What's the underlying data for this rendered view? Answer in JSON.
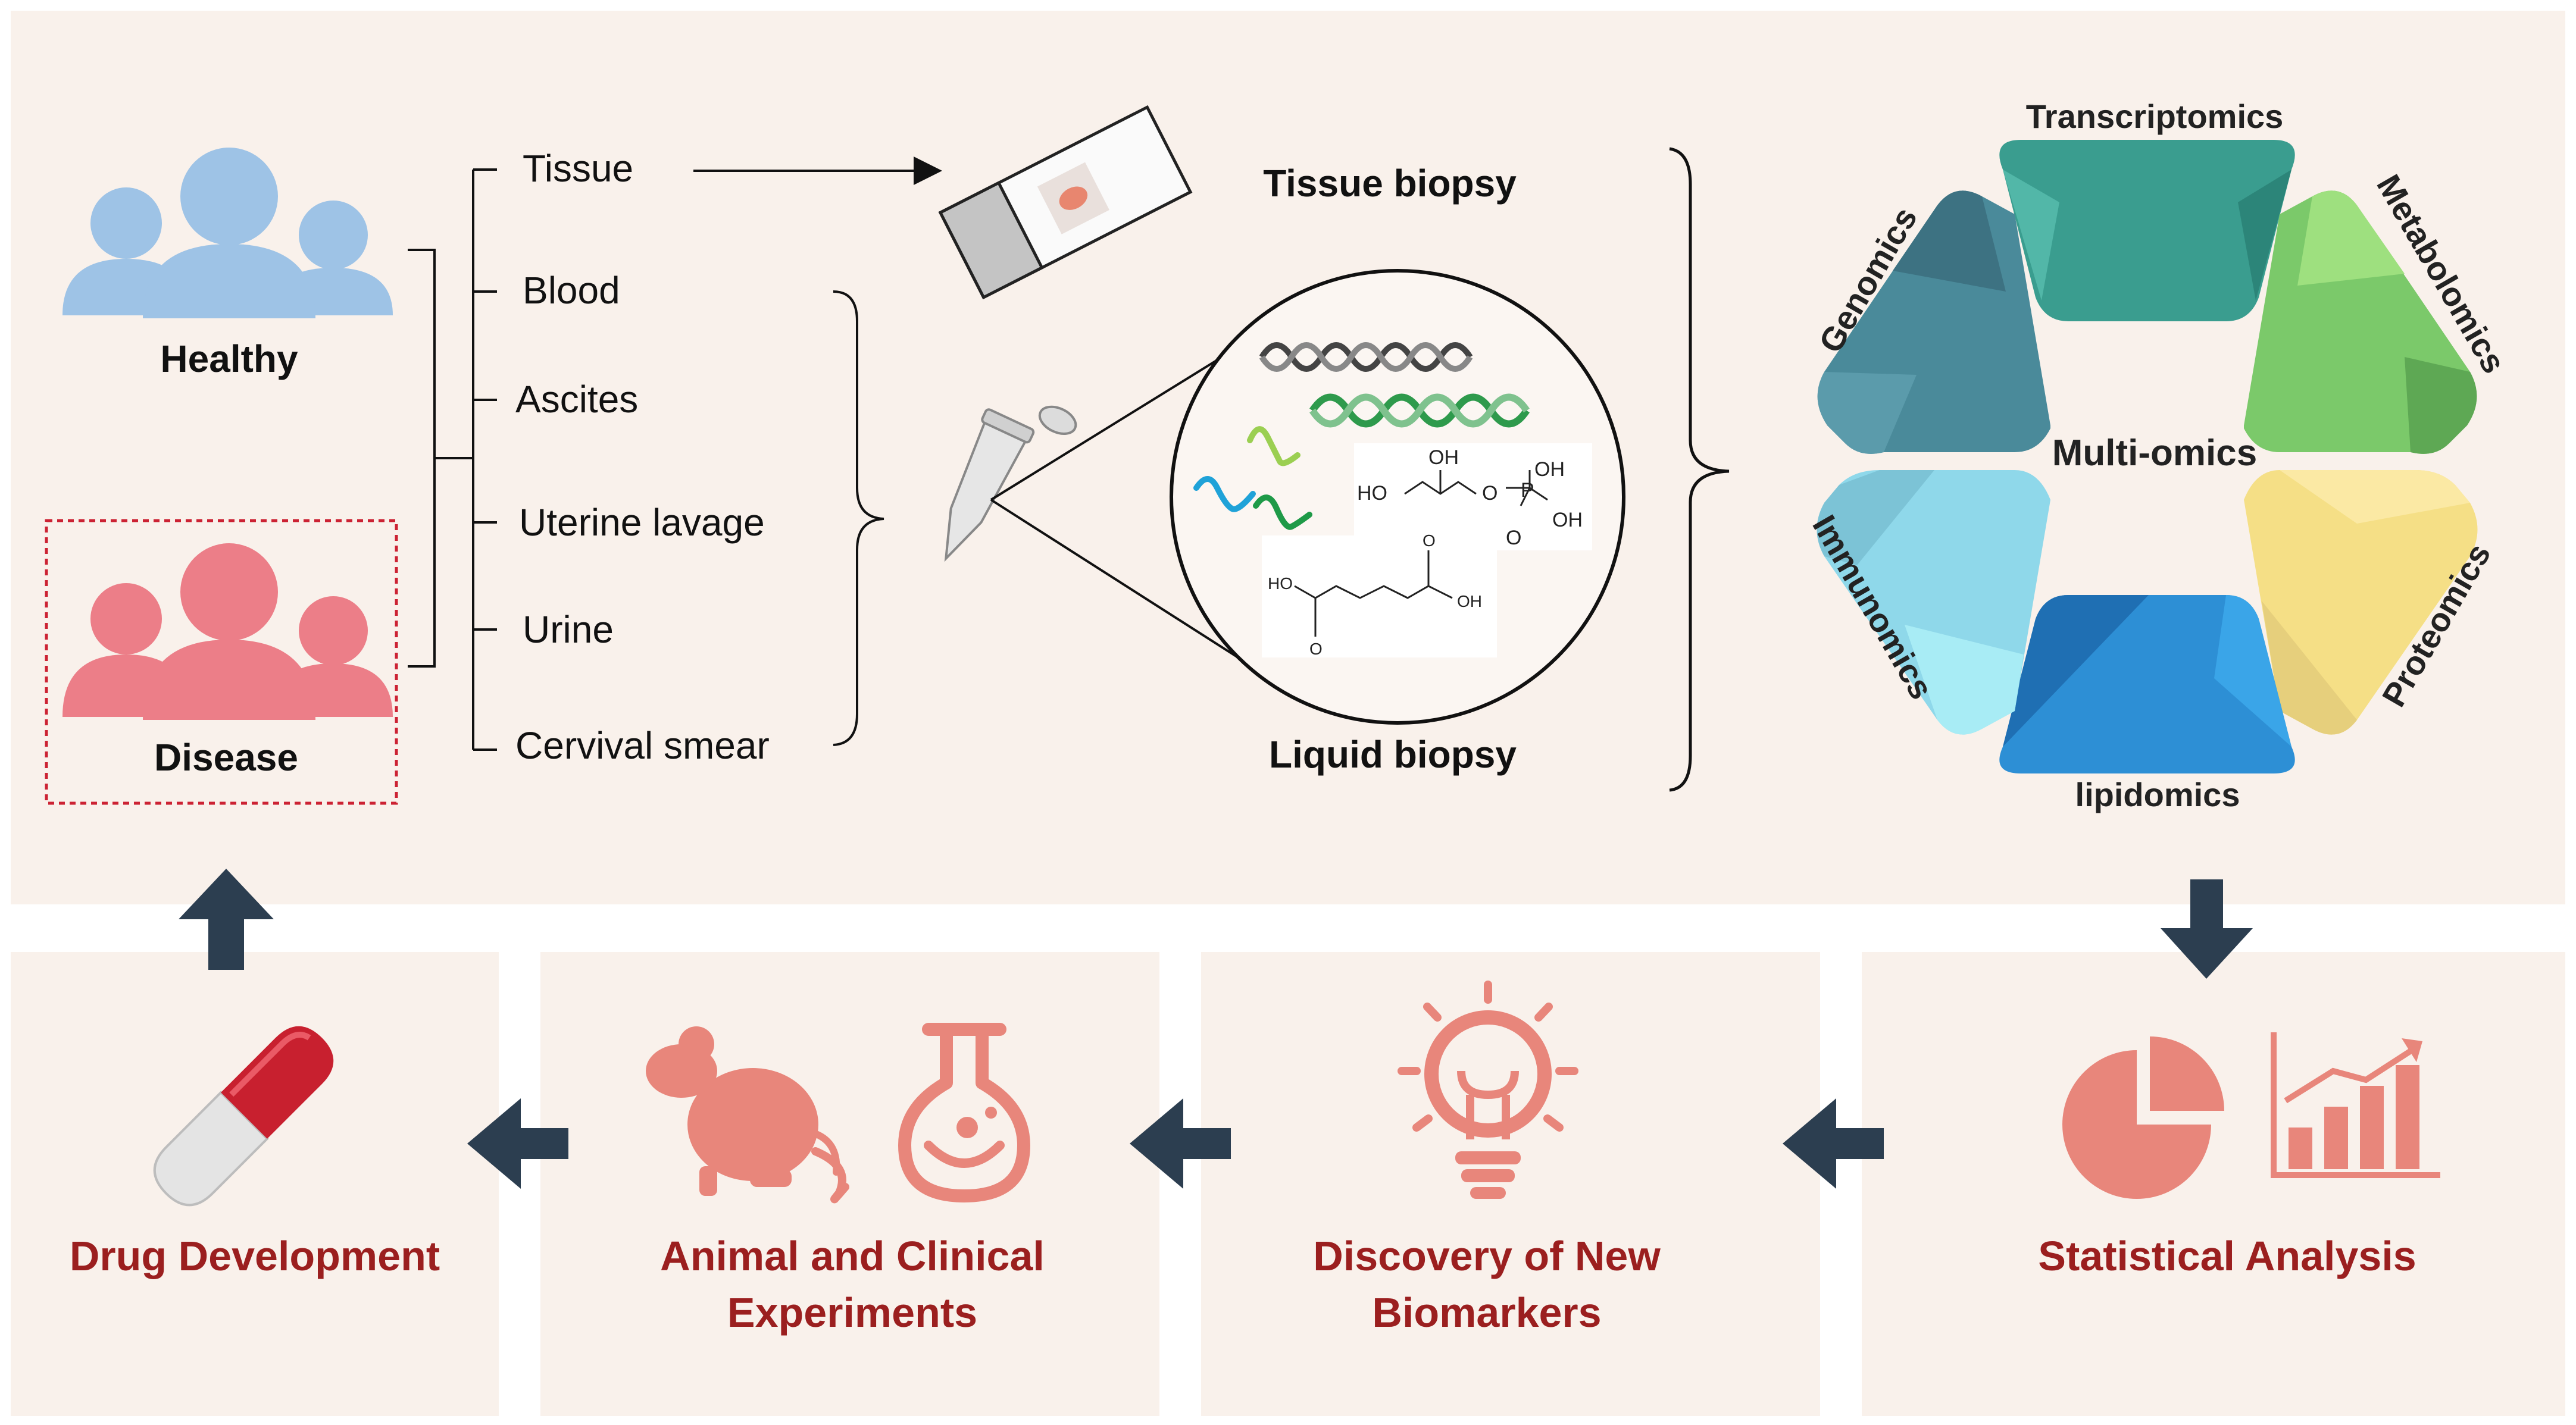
{
  "groups": {
    "healthy": "Healthy",
    "disease": "Disease"
  },
  "samples": [
    "Tissue",
    "Blood",
    "Ascites",
    "Uterine lavage",
    "Urine",
    "Cervival smear"
  ],
  "biopsy": {
    "tissue": "Tissue biopsy",
    "liquid": "Liquid biopsy"
  },
  "molecule_labels": {
    "glycerophosphate": [
      "OH",
      "HO",
      "O",
      "P",
      "OH",
      "OH",
      "O"
    ],
    "succinic": [
      "HO",
      "OH",
      "O",
      "O"
    ]
  },
  "omics": {
    "center": "Multi-omics",
    "items": [
      "Transcriptomics",
      "Metabolomics",
      "Proteomics",
      "lipidomics",
      "Immunomics",
      "Genomics"
    ]
  },
  "steps": {
    "statistical": "Statistical Analysis",
    "biomarkers": [
      "Discovery of New",
      "Biomarkers"
    ],
    "experiments": [
      "Animal and Clinical",
      "Experiments"
    ],
    "drug": "Drug Development"
  },
  "colors": {
    "panel": "#f9f1eb",
    "arrow": "#2c3e50",
    "accent_red": "#9b1f1f",
    "icon_red": "#e8867b",
    "healthy_blue": "#9ec3e6",
    "disease_pink": "#ec7e88"
  }
}
